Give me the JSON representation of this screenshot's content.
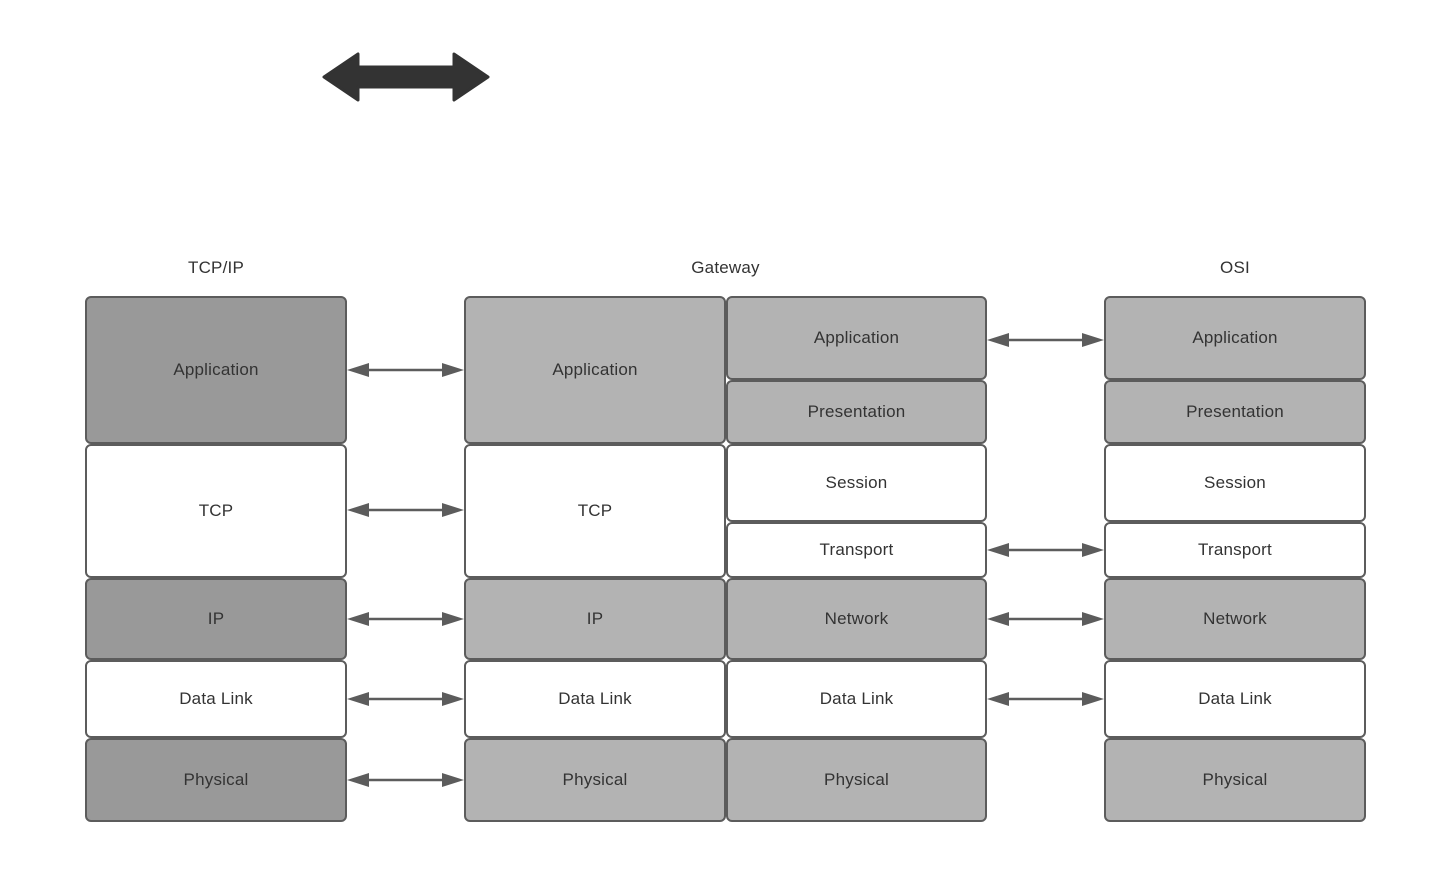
{
  "diagram": {
    "title_arrow": "bidirectional-communication-arrow",
    "columns": [
      {
        "id": "tcpip",
        "header": "TCP/IP",
        "layers": [
          {
            "label": "Application",
            "fill": "#999999"
          },
          {
            "label": "TCP",
            "fill": "#ffffff"
          },
          {
            "label": "IP",
            "fill": "#999999"
          },
          {
            "label": "Data Link",
            "fill": "#ffffff"
          },
          {
            "label": "Physical",
            "fill": "#999999"
          }
        ]
      },
      {
        "id": "gateway",
        "header": "Gateway",
        "left_layers": [
          {
            "label": "Application",
            "fill": "#b3b3b3"
          },
          {
            "label": "TCP",
            "fill": "#ffffff"
          },
          {
            "label": "IP",
            "fill": "#b3b3b3"
          },
          {
            "label": "Data Link",
            "fill": "#ffffff"
          },
          {
            "label": "Physical",
            "fill": "#b3b3b3"
          }
        ],
        "right_layers": [
          {
            "label": "Application",
            "fill": "#b3b3b3"
          },
          {
            "label": "Presentation",
            "fill": "#b3b3b3"
          },
          {
            "label": "Session",
            "fill": "#ffffff"
          },
          {
            "label": "Transport",
            "fill": "#ffffff"
          },
          {
            "label": "Network",
            "fill": "#b3b3b3"
          },
          {
            "label": "Data Link",
            "fill": "#ffffff"
          },
          {
            "label": "Physical",
            "fill": "#b3b3b3"
          }
        ]
      },
      {
        "id": "osi",
        "header": "OSI",
        "layers": [
          {
            "label": "Application",
            "fill": "#b3b3b3"
          },
          {
            "label": "Presentation",
            "fill": "#b3b3b3"
          },
          {
            "label": "Session",
            "fill": "#ffffff"
          },
          {
            "label": "Transport",
            "fill": "#ffffff"
          },
          {
            "label": "Network",
            "fill": "#b3b3b3"
          },
          {
            "label": "Data Link",
            "fill": "#ffffff"
          },
          {
            "label": "Physical",
            "fill": "#b3b3b3"
          }
        ]
      }
    ],
    "left_connectors": [
      {
        "pairs": "Application ↔ Application"
      },
      {
        "pairs": "TCP ↔ TCP"
      },
      {
        "pairs": "IP ↔ IP"
      },
      {
        "pairs": "Data Link ↔ Data Link"
      },
      {
        "pairs": "Physical ↔ Physical"
      }
    ],
    "right_connectors": [
      {
        "pairs": "Application ↔ Application"
      },
      {
        "pairs": "Transport ↔ Transport"
      },
      {
        "pairs": "Network ↔ Network"
      },
      {
        "pairs": "Data Link ↔ Data Link"
      }
    ],
    "colors": {
      "stroke": "#5c5c5c",
      "text": "#333333",
      "arrow": "#5c5c5c",
      "block_arrow": "#333333",
      "fill_dark": "#999999",
      "fill_mid": "#b3b3b3",
      "fill_white": "#ffffff"
    }
  }
}
